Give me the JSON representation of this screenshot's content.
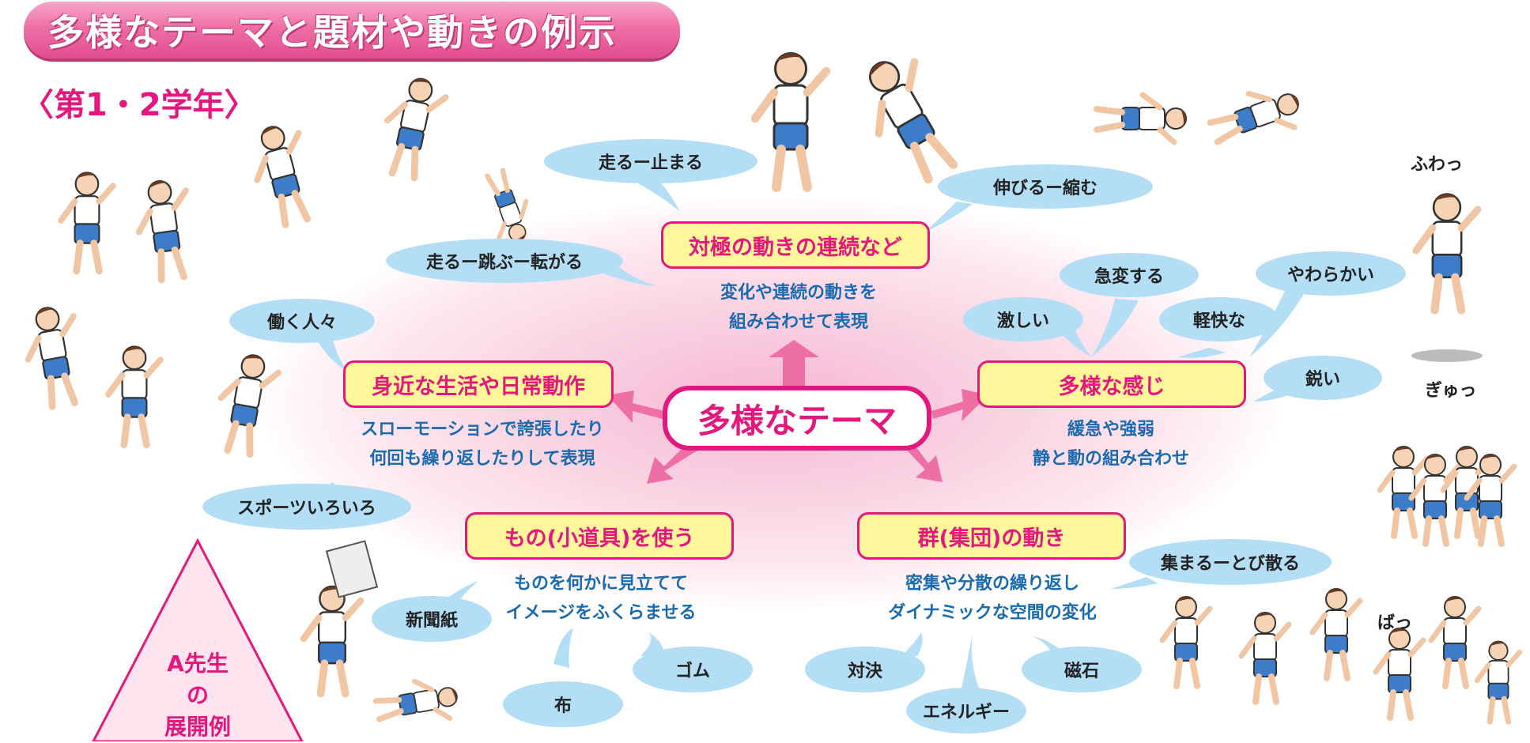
{
  "banner_title": "多様なテーマと題材や動きの例示",
  "grade_label": "〈第1・2学年〉",
  "center_label": "多様なテーマ",
  "topics": {
    "contrast": {
      "title": "対極の動きの連続など",
      "desc_lines": [
        "変化や連続の動きを",
        "組み合わせて表現"
      ]
    },
    "daily": {
      "title": "身近な生活や日常動作",
      "desc_lines": [
        "スローモーションで誇張したり",
        "何回も繰り返したりして表現"
      ]
    },
    "feelings": {
      "title": "多様な感じ",
      "desc_lines": [
        "緩急や強弱",
        "静と動の組み合わせ"
      ]
    },
    "props": {
      "title": "もの(小道具)を使う",
      "desc_lines": [
        "ものを何かに見立てて",
        "イメージをふくらませる"
      ]
    },
    "group": {
      "title": "群(集団)の動き",
      "desc_lines": [
        "密集や分散の繰り返し",
        "ダイナミックな空間の変化"
      ]
    }
  },
  "bubbles": {
    "run_stop": "走るー止まる",
    "stretch_shrink": "伸びるー縮む",
    "run_jump_roll": "走るー跳ぶー転がる",
    "working_people": "働く人々",
    "various_sports": "スポーツいろいろ",
    "sudden_change": "急変する",
    "soft": "やわらかい",
    "intense": "激しい",
    "light": "軽快な",
    "sharp": "鋭い",
    "newspaper": "新聞紙",
    "rubber": "ゴム",
    "cloth": "布",
    "gather_scatter": "集まるーとび散る",
    "confrontation": "対決",
    "magnet": "磁石",
    "energy": "エネルギー"
  },
  "sound_effects": {
    "fuwa": "ふわっ",
    "gyu": "ぎゅっ",
    "ba": "ばっ"
  },
  "triangle_label_lines": [
    "A先生",
    "の",
    "展開例"
  ],
  "colors": {
    "accent": "#e5177c",
    "box_fill": "#fff79a",
    "bubble": "#b3def6",
    "desc_text": "#1a6ab0"
  }
}
